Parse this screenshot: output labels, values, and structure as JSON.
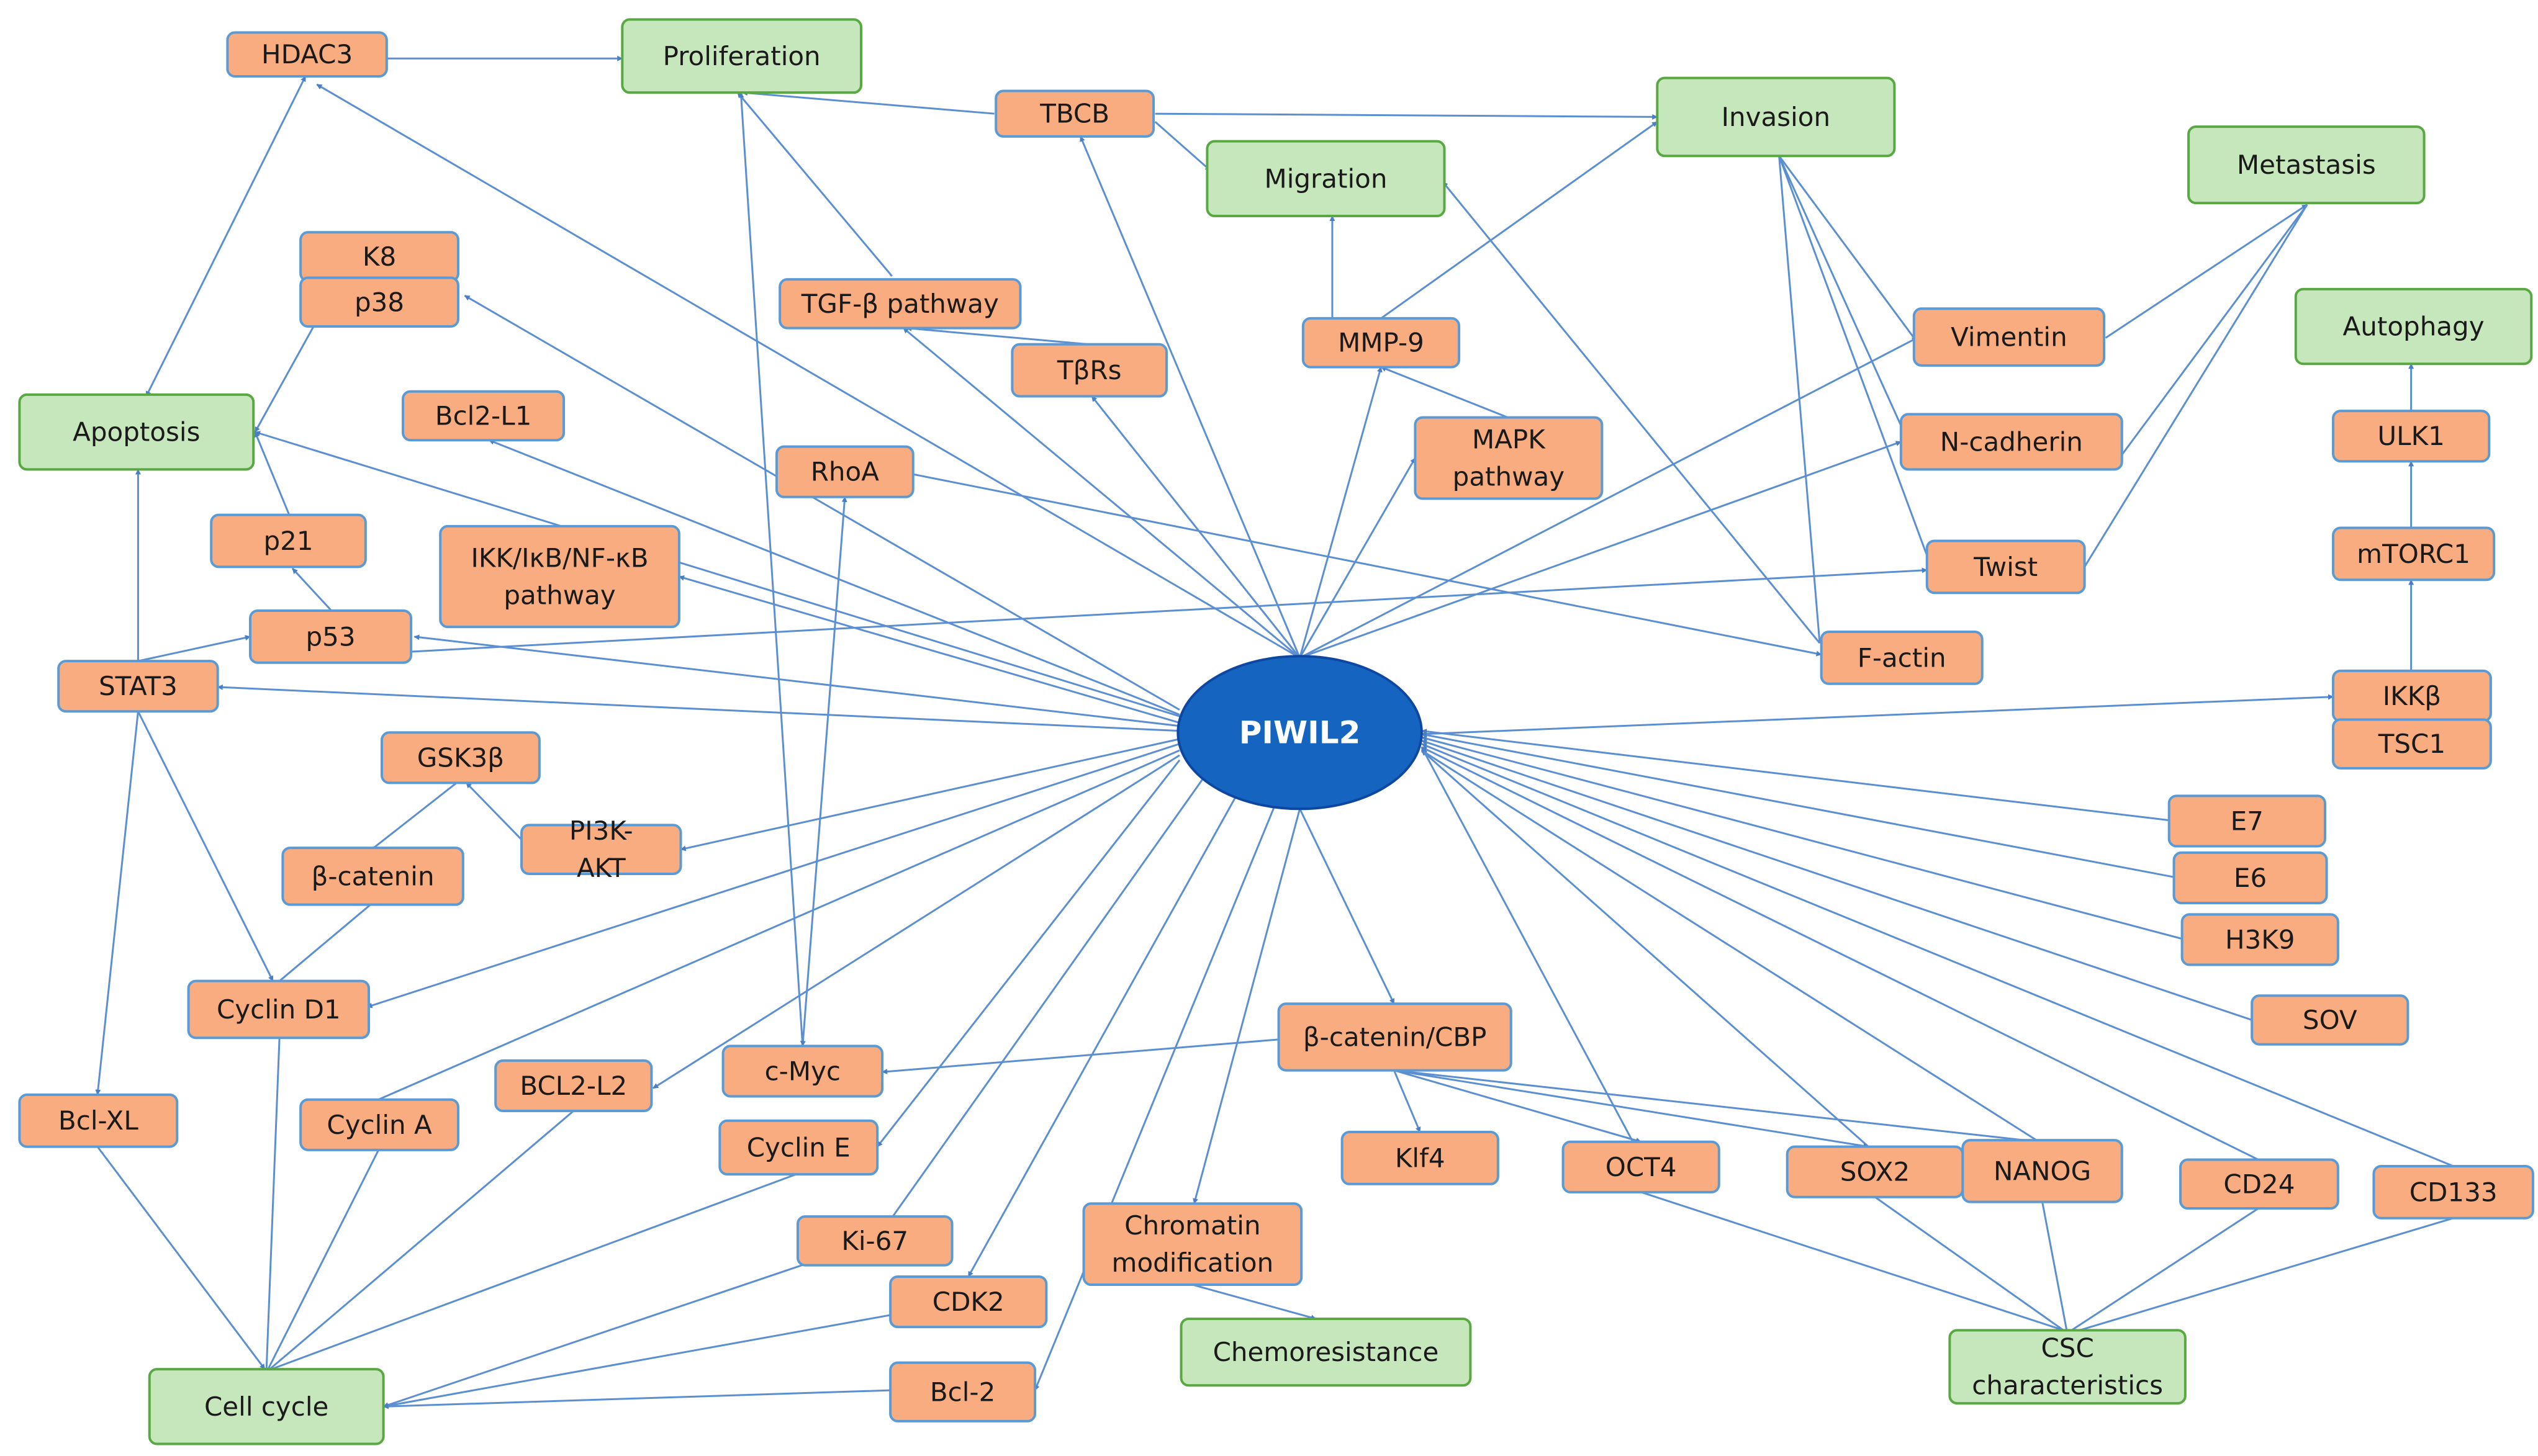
{
  "center": "PIWIL2",
  "colors": {
    "protein": "#f9ac80",
    "outcome": "#c6e7bb",
    "center": "#1565c0",
    "arrow": "#5b8fd1"
  },
  "nodes": {
    "hdac3": "HDAC3",
    "proliferation": "Proliferation",
    "tbcb": "TBCB",
    "invasion": "Invasion",
    "migration": "Migration",
    "metastasis": "Metastasis",
    "k8": "K8",
    "p38": "p38",
    "tgfb": "TGF-β pathway",
    "tbrs": "TβRs",
    "mmp9": "MMP-9",
    "vimentin": "Vimentin",
    "autophagy": "Autophagy",
    "apoptosis": "Apoptosis",
    "bcl2l1": "Bcl2-L1",
    "rhoa": "RhoA",
    "mapk": [
      "MAPK",
      "pathway"
    ],
    "ncadherin": "N-cadherin",
    "ulk1": "ULK1",
    "p21": "p21",
    "ikk": [
      "IKK/IκB/NF-κB",
      "pathway"
    ],
    "twist": "Twist",
    "mtorc1": "mTORC1",
    "p53": "p53",
    "stat3": "STAT3",
    "factin": "F-actin",
    "ikkb": "IKKβ",
    "tsc1": "TSC1",
    "gsk3b": "GSK3β",
    "pi3k": [
      "PI3K-",
      "AKT"
    ],
    "e7": "E7",
    "bcatenin": "β-catenin",
    "e6": "E6",
    "h3k9": "H3K9",
    "cyclind1": "Cyclin D1",
    "sov": "SOV",
    "bcatcbp": "β-catenin/CBP",
    "cmyc": "c-Myc",
    "bcl2l2": "BCL2-L2",
    "bclxl": "Bcl-XL",
    "cyclina": "Cyclin A",
    "cycline": "Cyclin E",
    "klf4": "Klf4",
    "oct4": "OCT4",
    "sox2": "SOX2",
    "nanog": "NANOG",
    "cd24": "CD24",
    "cd133": "CD133",
    "ki67": "Ki-67",
    "chromatin": [
      "Chromatin",
      "modification"
    ],
    "cdk2": "CDK2",
    "chemoresistance": "Chemoresistance",
    "csc": [
      "CSC",
      "characteristics"
    ],
    "cellcycle": "Cell cycle",
    "bcl2": "Bcl-2"
  }
}
